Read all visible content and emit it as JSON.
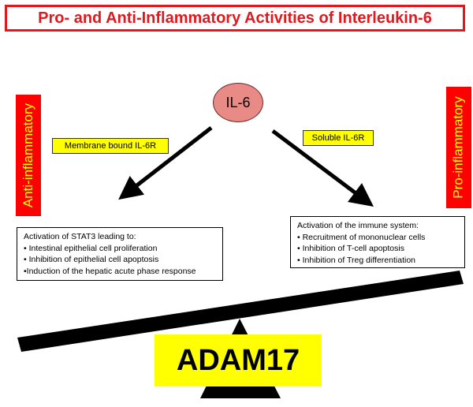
{
  "title": "Pro- and Anti-Inflammatory Activities of Interleukin-6",
  "center_node": "IL-6",
  "left": {
    "receptor_label": "Membrane bound IL-6R",
    "side_label": "Anti-inflammatory",
    "heading": "Activation of STAT3 leading to:",
    "items": [
      "• Intestinal epithelial cell proliferation",
      "• Inhibition of epithelial cell apoptosis",
      "•Induction of the hepatic acute phase response"
    ]
  },
  "right": {
    "receptor_label": "Soluble IL-6R",
    "side_label": "Pro-inflammatory",
    "heading": "Activation of the immune system:",
    "items": [
      "• Recruitment of mononuclear cells",
      "• Inhibition of T-cell apoptosis",
      "• Inhibition of Treg differentiation"
    ]
  },
  "fulcrum_label": "ADAM17",
  "colors": {
    "title_red": "#e0191e",
    "il6_fill": "#e88a86",
    "label_yellow": "#ffff00",
    "side_bar_red": "#ff0000"
  }
}
